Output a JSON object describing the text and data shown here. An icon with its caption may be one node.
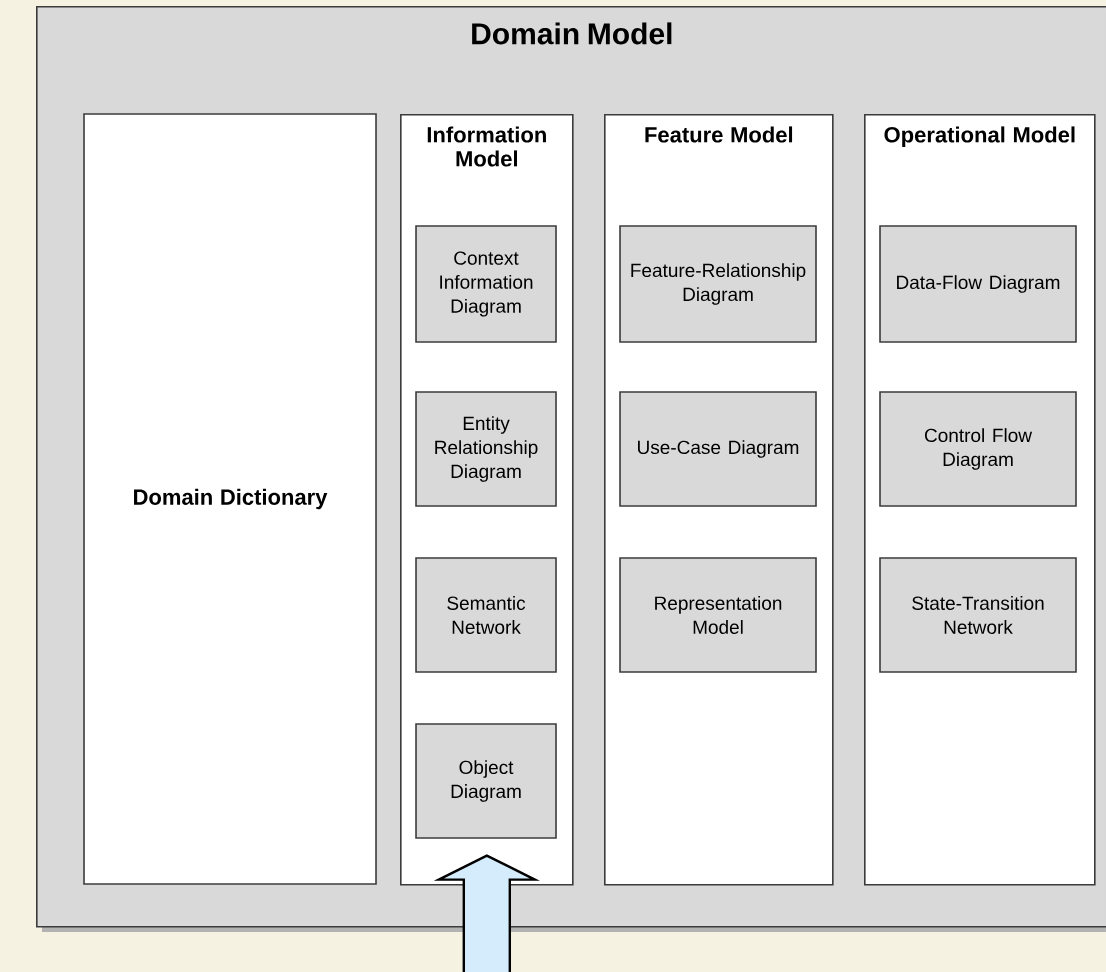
{
  "diagram": {
    "nodes": [
      {
        "text": [
          "Domain Model"
        ]
      },
      {
        "text": [
          "Domain Dictionary"
        ],
        "in": 0
      },
      {
        "text": [
          "Information Model"
        ],
        "in": 0
      },
      {
        "text": [
          "Context Information Diagram"
        ],
        "in": 2
      },
      {
        "text": [
          "Entity Relationship Diagram"
        ],
        "in": 2
      },
      {
        "text": [
          "Semantic Network"
        ],
        "in": 2
      },
      {
        "text": [
          "Object Diagram"
        ],
        "in": 2
      },
      {
        "text": [
          "Feature Model"
        ],
        "in": 0
      },
      {
        "text": [
          "Feature-Relationship Diagram"
        ],
        "in": 7
      },
      {
        "text": [
          "Use-Case Diagram"
        ],
        "in": 7
      },
      {
        "text": [
          "Representation Model"
        ],
        "in": 7
      },
      {
        "text": [
          "Operational Model"
        ],
        "in": 0
      },
      {
        "text": [
          "Data-Flow Diagram"
        ],
        "in": 11
      },
      {
        "text": [
          "Control Flow Diagram"
        ],
        "in": 11
      },
      {
        "text": [
          "State-Transition Network"
        ],
        "in": 11
      }
    ],
    "edges": [
      {
        "from": null,
        "to": 2,
        "arrow": "to",
        "style": "thick",
        "color": "#d4ecfb"
      }
    ]
  }
}
